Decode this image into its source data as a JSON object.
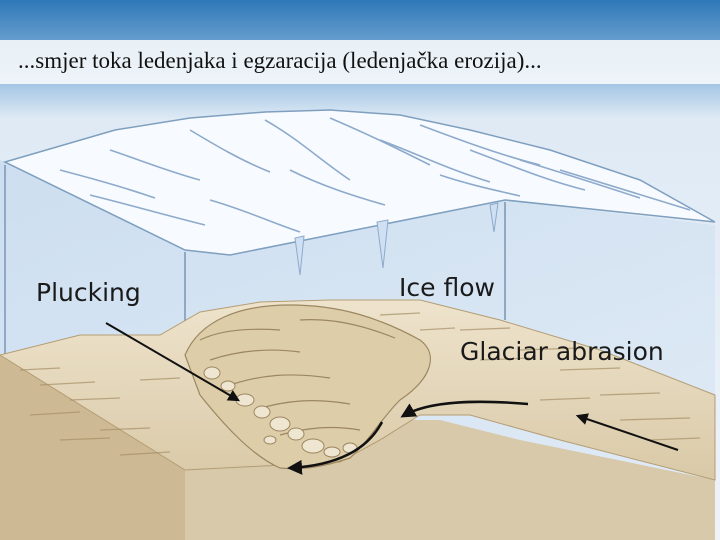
{
  "slide": {
    "title": "...smjer toka ledenjaka i egzaracija (ledenjačka erozija)..."
  },
  "diagram": {
    "labels": {
      "plucking": "Plucking",
      "ice_flow": "Ice flow",
      "glacial_abrasion": "Glaciar abrasion"
    },
    "colors": {
      "sky_top": "#2f78b8",
      "sky_bottom": "#eaf2fa",
      "glacier_ice": "#cfe0f2",
      "ice_surface": "#f7fbff",
      "sediment": "#e3d3b3",
      "bedrock": "#d8c9aa",
      "arrow": "#111111"
    }
  }
}
